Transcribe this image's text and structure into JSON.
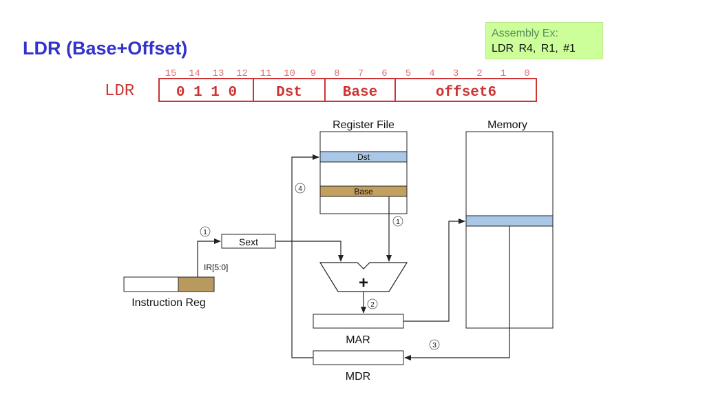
{
  "title": "LDR (Base+Offset)",
  "assembly": {
    "heading": "Assembly Ex:",
    "code": "LDR  R4, R1, #1"
  },
  "encoding": {
    "mnemonic": "LDR",
    "bit_numbers": [
      "15",
      "14",
      "13",
      "12",
      "11",
      "10",
      "9",
      "8",
      "7",
      "6",
      "5",
      "4",
      "3",
      "2",
      "1",
      "0"
    ],
    "opcode": "0 1 1 0",
    "fields": {
      "dst": "Dst",
      "base": "Base",
      "offset": "offset6"
    }
  },
  "register_file": {
    "title": "Register File",
    "dst_label": "Dst",
    "base_label": "Base"
  },
  "memory": {
    "title": "Memory"
  },
  "sext_label": "Sext",
  "adder_symbol": "+",
  "instruction_reg": {
    "field_label": "IR[5:0]",
    "label": "Instruction Reg"
  },
  "mar_label": "MAR",
  "mdr_label": "MDR",
  "steps": {
    "s1a": "1",
    "s1b": "1",
    "s2": "2",
    "s3": "3",
    "s4": "4"
  },
  "colors": {
    "title": "#3333cc",
    "encoding": "#cc3333",
    "dst_highlight": "#a9c8e8",
    "base_highlight": "#c4a060",
    "ir_field": "#b99a5e",
    "memory_highlight": "#a9c8e8",
    "assembly_bg": "#ccff99"
  }
}
